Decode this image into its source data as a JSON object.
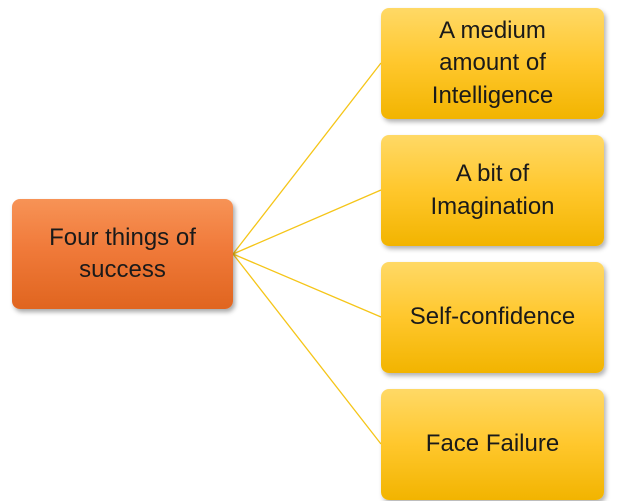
{
  "diagram": {
    "root": {
      "label": "Four things of\nsuccess"
    },
    "children": [
      {
        "label": "A medium\namount of\nIntelligence"
      },
      {
        "label": "A bit of\nImagination"
      },
      {
        "label": "Self-confidence"
      },
      {
        "label": "Face Failure"
      }
    ],
    "colors": {
      "root_fill": "#f07a3a",
      "child_fill": "#ffc72c",
      "connector": "#f5c518",
      "text": "#1a1a1a"
    }
  }
}
